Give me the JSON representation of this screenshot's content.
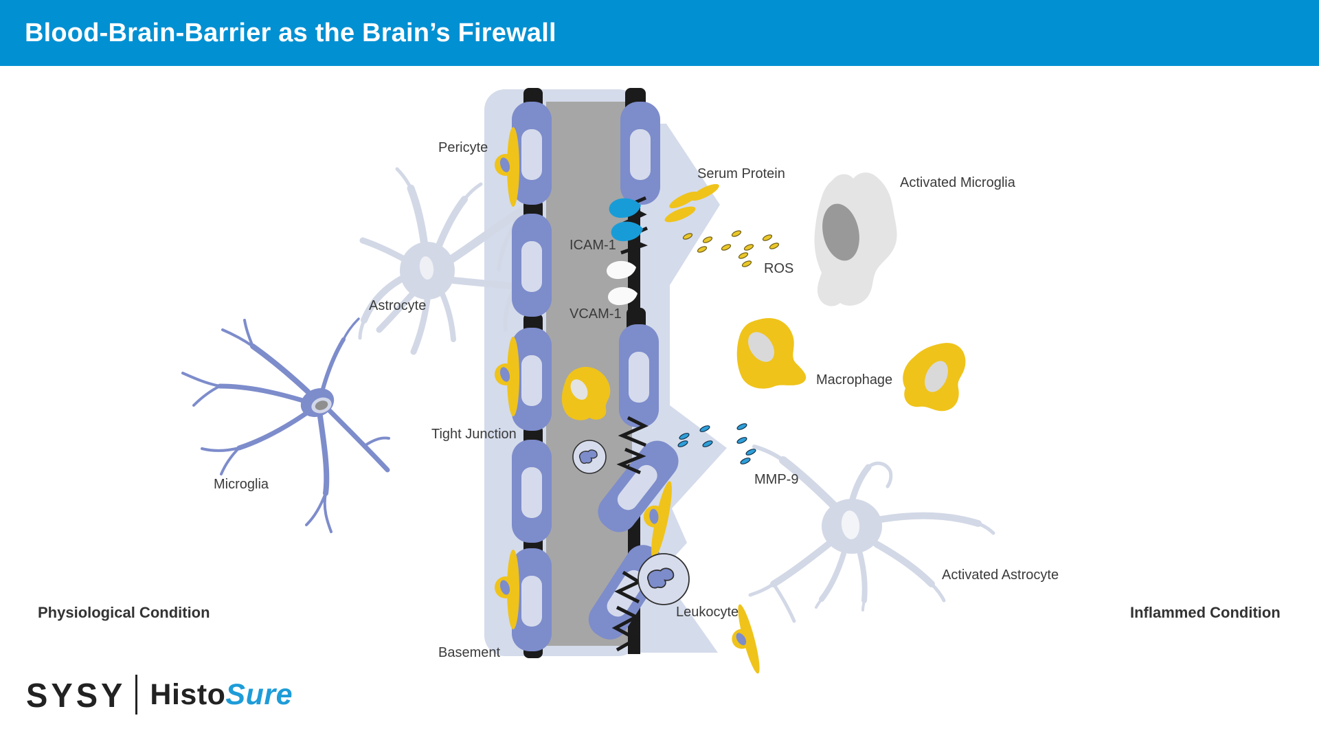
{
  "header": {
    "title": "Blood-Brain-Barrier as the Brain’s Firewall",
    "background_color": "#0190D2"
  },
  "conditions": {
    "left": "Physiological Condition",
    "right": "Inflammed Condition"
  },
  "labels": {
    "pericyte": "Pericyte",
    "astrocyte": "Astrocyte",
    "microglia": "Microglia",
    "tight_junction": "Tight Junction",
    "basement": "Basement",
    "icam1": "ICAM-1",
    "vcam1": "VCAM-1",
    "serum_protein": "Serum Protein",
    "ros": "ROS",
    "activated_microglia": "Activated Microglia",
    "macrophage": "Macrophage",
    "mmp9": "MMP-9",
    "activated_astrocyte": "Activated Astrocyte",
    "leukocyte": "Leukocyte"
  },
  "logo": {
    "sysy": "SYSY",
    "histo": "Histo",
    "sure": "Sure"
  },
  "colors": {
    "header_blue": "#0190D2",
    "endothelial_cell": "#7D8CCB",
    "cell_nucleus": "#D5DBEC",
    "basement_membrane": "#D4DBEB",
    "vessel_lumen": "#A6A6A6",
    "tight_junction_black": "#1B1B1B",
    "pericyte_yellow": "#EFC31A",
    "icam_blue": "#189CD8",
    "vcam_white": "#FAFAFA",
    "astrocyte_gray": "#D2D8E6",
    "activated_microglia_gray": "#E4E4E4",
    "microglia_nucleus_gray": "#999999",
    "label_text": "#3A3A3A",
    "logo_blue": "#1E9CD8"
  }
}
